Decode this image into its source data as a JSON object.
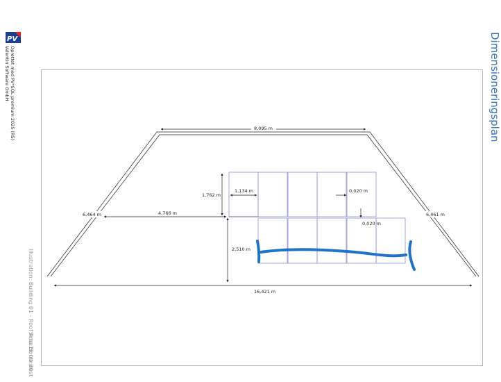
{
  "header": {
    "brand_logo": "pv-sol-logo",
    "credit_line1": "Oprettet med PV*SOL premium 2025 (R5)",
    "credit_line2": "Valentin Software GmbH"
  },
  "page_title": "Dimensioneringsplan",
  "caption": "Illustration: Building 01 - Roof Area Southwest",
  "page_number": "Side 16 fra 20",
  "plan": {
    "dimensions": {
      "top_edge": "8,095 m",
      "left_slope": "6,464 m",
      "right_slope": "6,461 m",
      "bottom_edge": "16,421 m",
      "left_offset": "4,766 m",
      "module_width": "1,134 m",
      "module_height": "1,762 m",
      "gap_horizontal": "0,020 m",
      "gap_vertical": "0,020 m",
      "lower_height": "2,510 m"
    },
    "module_rows": [
      5,
      5
    ],
    "colors": {
      "modules": "#8f8fd6",
      "outline": "#222222",
      "annotation": "#1f74c9",
      "title": "#3a73b6"
    }
  }
}
